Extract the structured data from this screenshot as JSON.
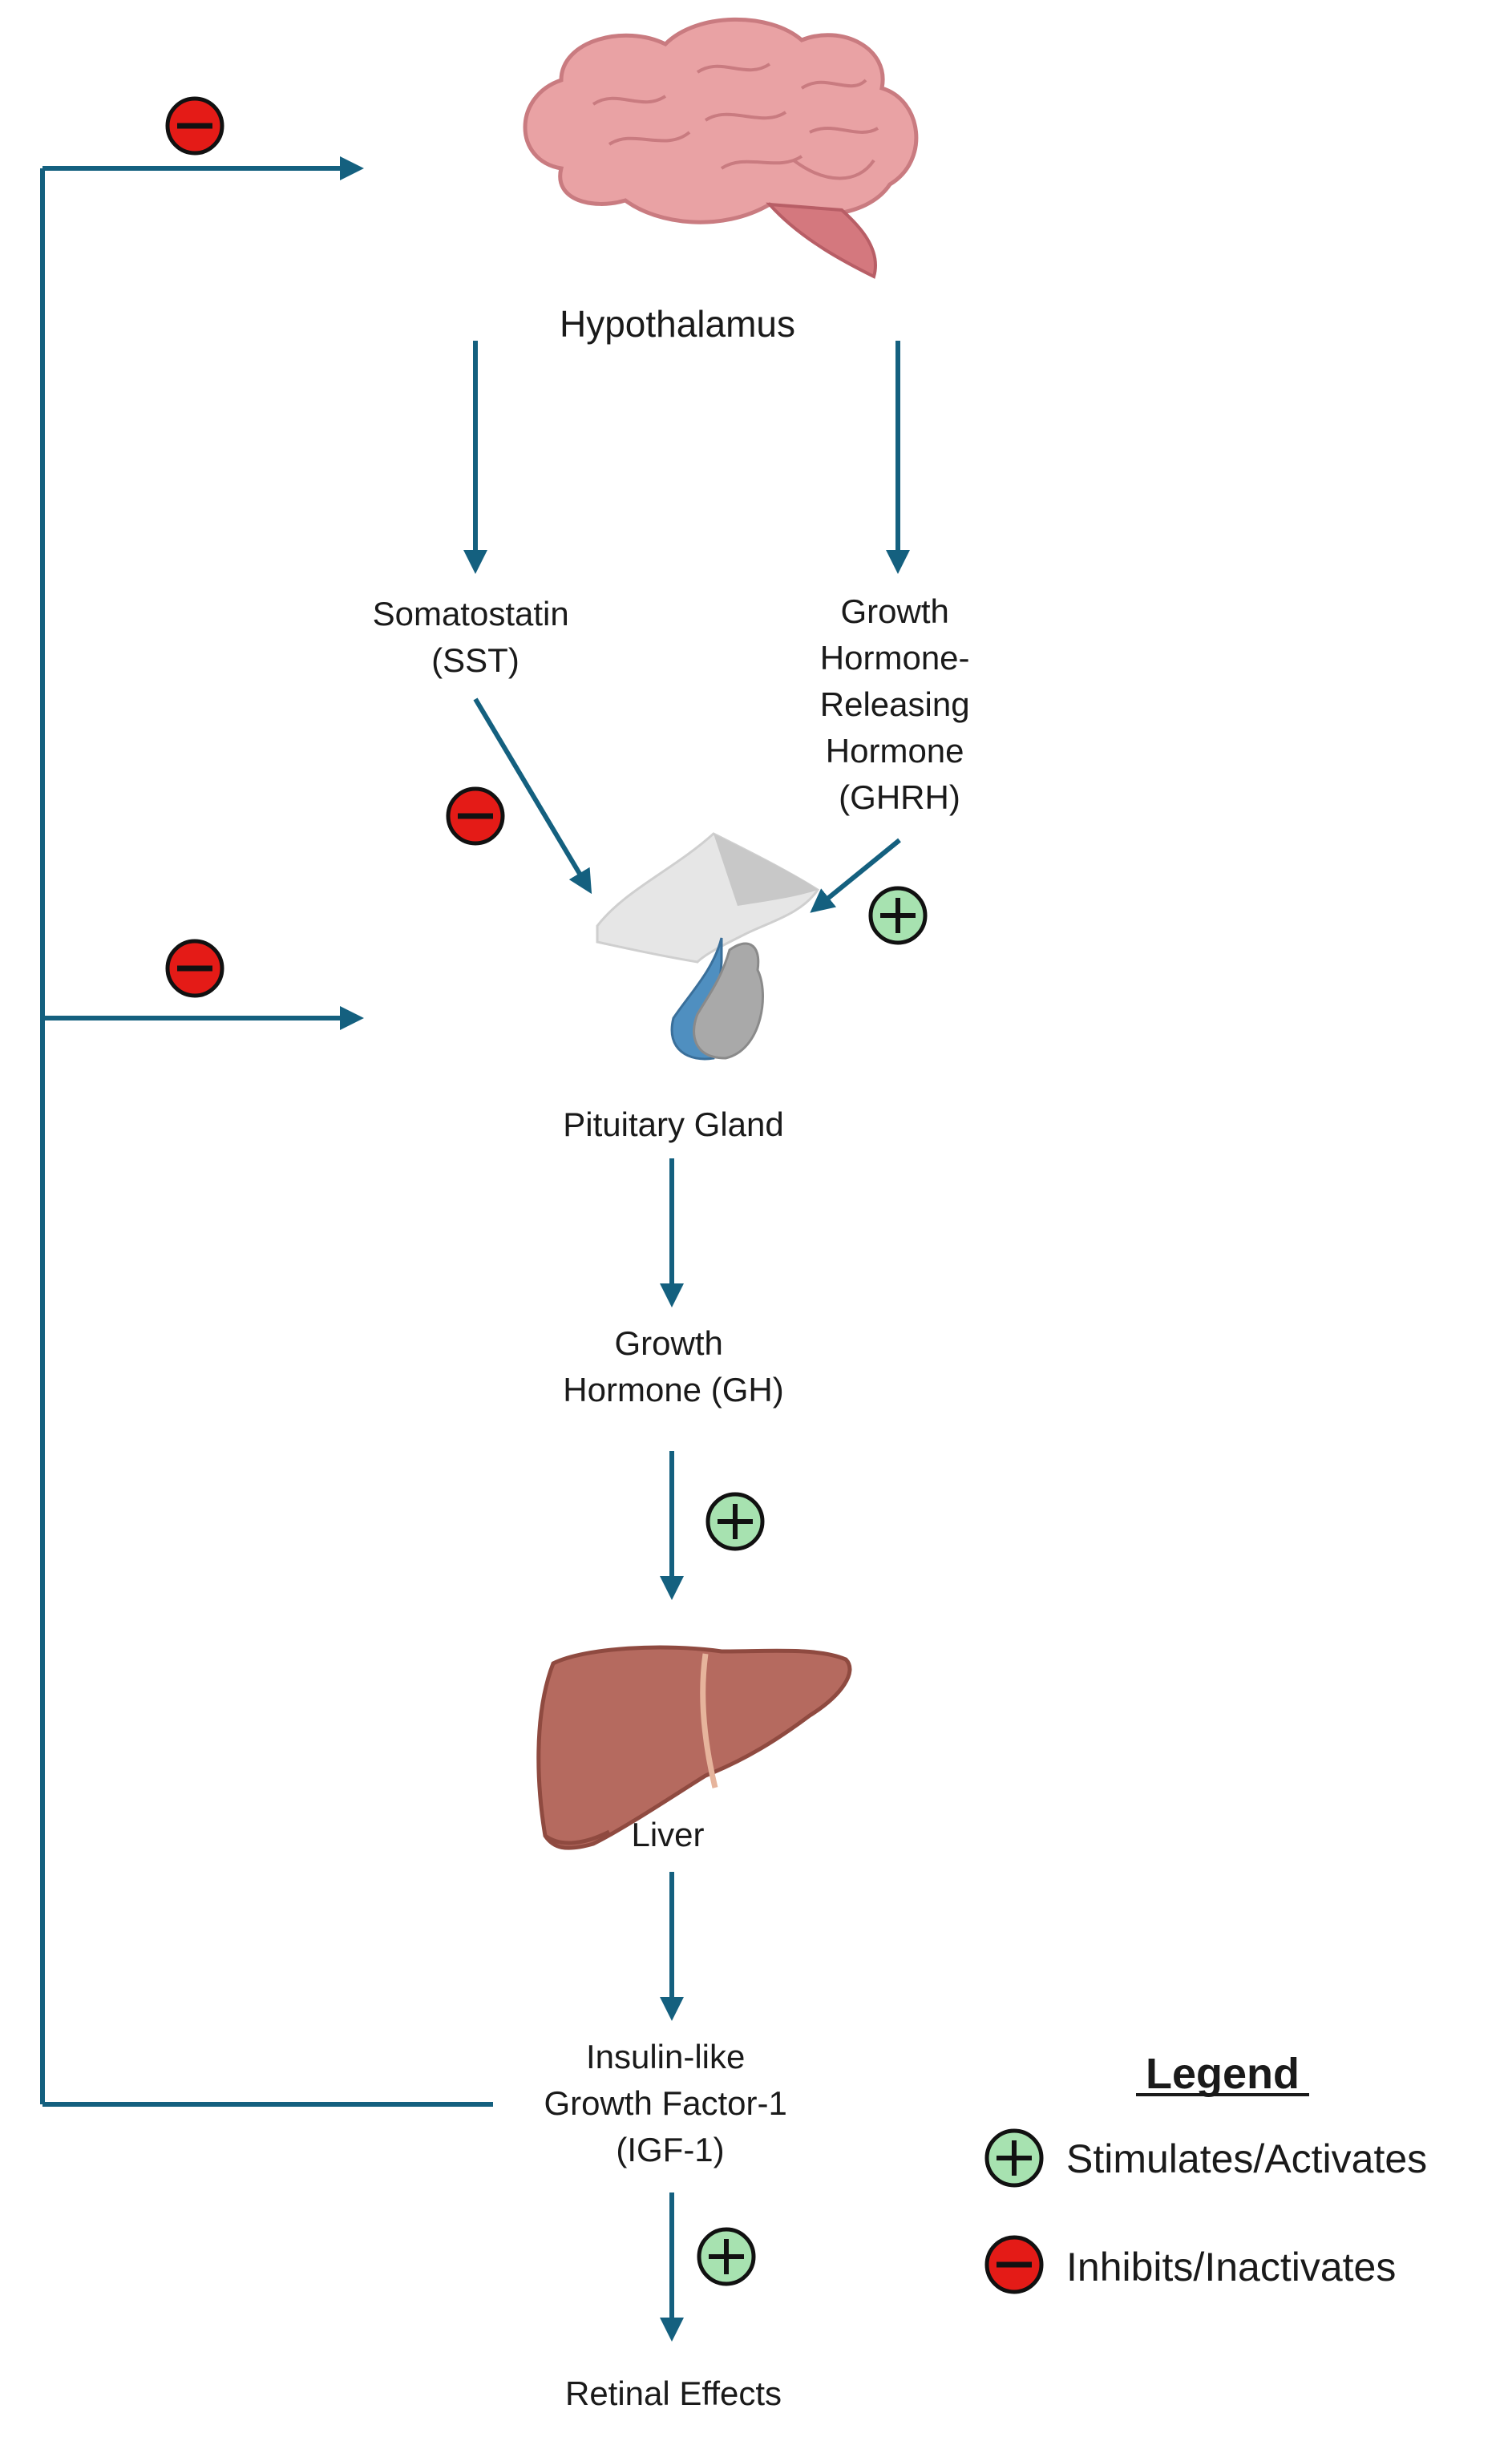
{
  "nodes": {
    "hypothalamus": "Hypothalamus",
    "somatostatin": [
      "Somatostatin",
      "(SST)"
    ],
    "ghrh": [
      "Growth",
      "Hormone-",
      "Releasing",
      "Hormone",
      "(GHRH)"
    ],
    "pituitary": "Pituitary Gland",
    "gh": [
      "Growth",
      "Hormone (GH)"
    ],
    "liver": "Liver",
    "igf1": [
      "Insulin-like",
      "Growth Factor-1",
      "(IGF-1)"
    ],
    "retinal": "Retinal Effects"
  },
  "legend": {
    "title": "Legend",
    "stimulates": "Stimulates/Activates",
    "inhibits": "Inhibits/Inactivates"
  },
  "icons": {
    "stimulate": "plus-circle-icon",
    "inhibit": "minus-circle-icon"
  },
  "colors": {
    "arrow": "#14607f",
    "stimulate_fill": "#a7e2b0",
    "inhibit_fill": "#e41b17"
  }
}
